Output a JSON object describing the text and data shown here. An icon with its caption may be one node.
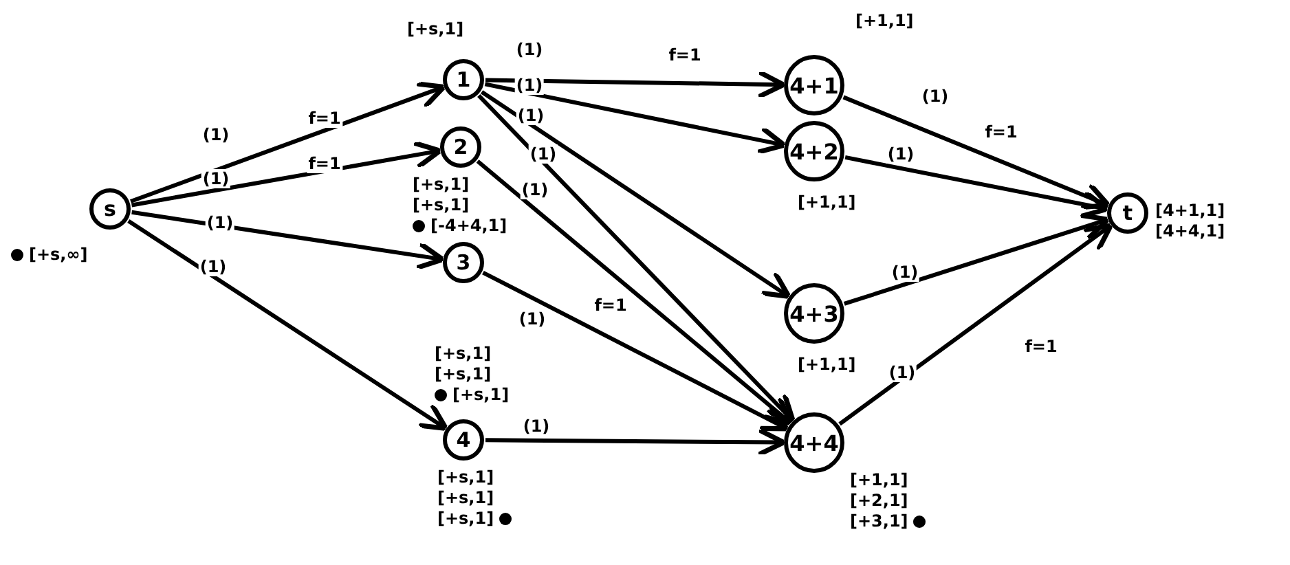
{
  "diagram": {
    "nodes": [
      {
        "text": [
          "s"
        ],
        "beside": [
          "[+s,∞]"
        ]
      },
      {
        "text": [
          "1"
        ],
        "beside": [
          "[+s,1]"
        ]
      },
      {
        "text": [
          "2"
        ],
        "beside": [
          "[+s,1]",
          "[+s,1]",
          "[-4+4,1]"
        ]
      },
      {
        "text": [
          "3"
        ],
        "beside": [
          "[+s,1]",
          "[+s,1]",
          "[+s,1]"
        ]
      },
      {
        "text": [
          "4"
        ],
        "beside": [
          "[+s,1]",
          "[+s,1]",
          "[+s,1]"
        ]
      },
      {
        "text": [
          "4+1"
        ],
        "beside": [
          "[+1,1]"
        ]
      },
      {
        "text": [
          "4+2"
        ],
        "beside": [
          "[+1,1]"
        ]
      },
      {
        "text": [
          "4+3"
        ],
        "beside": [
          "[+1,1]"
        ]
      },
      {
        "text": [
          "4+4"
        ],
        "beside": [
          "[+1,1]",
          "[+2,1]",
          "[+3,1]"
        ]
      },
      {
        "text": [
          "t"
        ],
        "beside": [
          "[4+1,1]",
          "[4+4,1]"
        ]
      }
    ],
    "edges": [
      {
        "from": 0,
        "to": 1,
        "arrow": "to",
        "label": "(1)"
      },
      {
        "from": 0,
        "to": 2,
        "arrow": "to",
        "label": "(1)"
      },
      {
        "from": 0,
        "to": 3,
        "arrow": "to",
        "label": "(1)"
      },
      {
        "from": 0,
        "to": 4,
        "arrow": "to",
        "label": "(1)"
      },
      {
        "from": 1,
        "to": 5,
        "arrow": "to",
        "label": "(1)"
      },
      {
        "from": 1,
        "to": 6,
        "arrow": "to",
        "label": "(1)"
      },
      {
        "from": 1,
        "to": 7,
        "arrow": "to",
        "label": "(1)"
      },
      {
        "from": 1,
        "to": 8,
        "arrow": "to",
        "label": "(1)"
      },
      {
        "from": 2,
        "to": 8,
        "arrow": "to",
        "label": "(1)"
      },
      {
        "from": 3,
        "to": 8,
        "arrow": "to",
        "label": "(1)"
      },
      {
        "from": 4,
        "to": 8,
        "arrow": "to",
        "label": "(1)"
      },
      {
        "from": 5,
        "to": 9,
        "arrow": "to",
        "label": "(1)"
      },
      {
        "from": 6,
        "to": 9,
        "arrow": "to",
        "label": "(1)"
      },
      {
        "from": 7,
        "to": 9,
        "arrow": "to",
        "label": "(1)"
      },
      {
        "from": 8,
        "to": 9,
        "arrow": "to",
        "label": "(1)"
      }
    ],
    "labels": [
      "f=1",
      "f=1",
      "f=1",
      "f=1",
      "f=1",
      "f=1"
    ]
  }
}
